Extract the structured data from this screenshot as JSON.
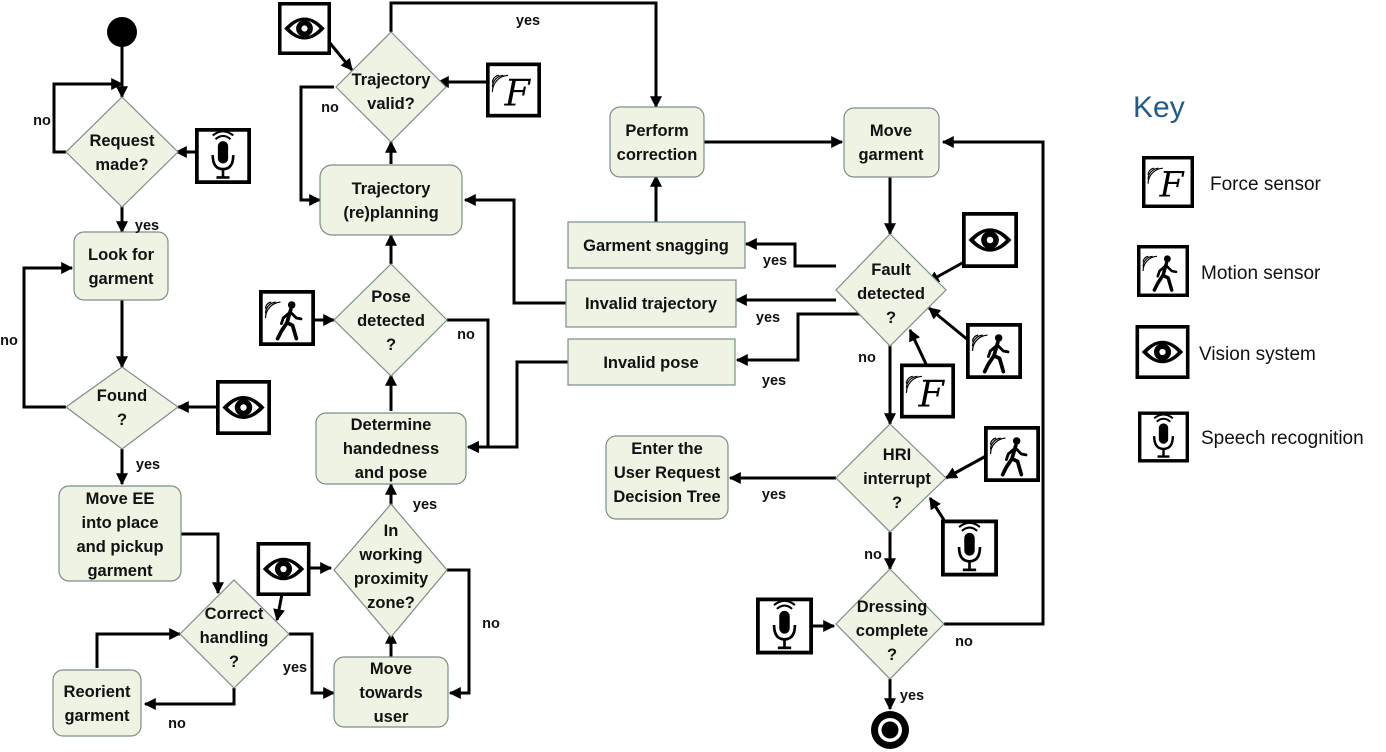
{
  "nodes": {
    "request_made": [
      "Request",
      "made?"
    ],
    "look_for_garment": [
      "Look for",
      "garment"
    ],
    "found": [
      "Found",
      "?"
    ],
    "move_ee": [
      "Move EE",
      "into place",
      "and pickup",
      "garment"
    ],
    "correct_handling": [
      "Correct",
      "handling",
      "?"
    ],
    "reorient_garment": [
      "Reorient",
      "garment"
    ],
    "move_towards_user": [
      "Move",
      "towards",
      "user"
    ],
    "working_proximity": [
      "In",
      "working",
      "proximity",
      "zone?"
    ],
    "determine_handedness": [
      "Determine",
      "handedness",
      "and pose"
    ],
    "pose_detected": [
      "Pose",
      "detected",
      "?"
    ],
    "trajectory_replanning": [
      "Trajectory",
      "(re)planning"
    ],
    "trajectory_valid": [
      "Trajectory",
      "valid?"
    ],
    "perform_correction": [
      "Perform",
      "correction"
    ],
    "garment_snagging": [
      "Garment snagging"
    ],
    "invalid_trajectory": [
      "Invalid trajectory"
    ],
    "invalid_pose": [
      "Invalid pose"
    ],
    "move_garment": [
      "Move",
      "garment"
    ],
    "fault_detected": [
      "Fault",
      "detected",
      "?"
    ],
    "hri_interrupt": [
      "HRI",
      "interrupt",
      "?"
    ],
    "enter_user_request": [
      "Enter the",
      "User Request",
      "Decision Tree"
    ],
    "dressing_complete": [
      "Dressing",
      "complete",
      "?"
    ]
  },
  "edge_labels": {
    "request_no": "no",
    "request_yes": "yes",
    "found_no": "no",
    "found_yes": "yes",
    "handling_yes": "yes",
    "handling_no": "no",
    "proximity_no": "no",
    "proximity_yes": "yes",
    "pose_no": "no",
    "trajectory_no": "no",
    "trajectory_yes": "yes",
    "fault_snagging_yes": "yes",
    "fault_trajectory_yes": "yes",
    "fault_pose_yes": "yes",
    "fault_no": "no",
    "hri_yes": "yes",
    "hri_no": "no",
    "dressing_no": "no",
    "dressing_yes": "yes"
  },
  "key": {
    "title": "Key",
    "items": [
      {
        "icon": "force-sensor-icon",
        "label": "Force sensor"
      },
      {
        "icon": "motion-sensor-icon",
        "label": "Motion sensor"
      },
      {
        "icon": "vision-system-icon",
        "label": "Vision system"
      },
      {
        "icon": "speech-recognition-icon",
        "label": "Speech recognition"
      }
    ]
  },
  "colors": {
    "node_fill": "#eef3e4",
    "node_stroke": "#7b8f86",
    "key_title": "#1f5c8a",
    "line": "#000000"
  }
}
